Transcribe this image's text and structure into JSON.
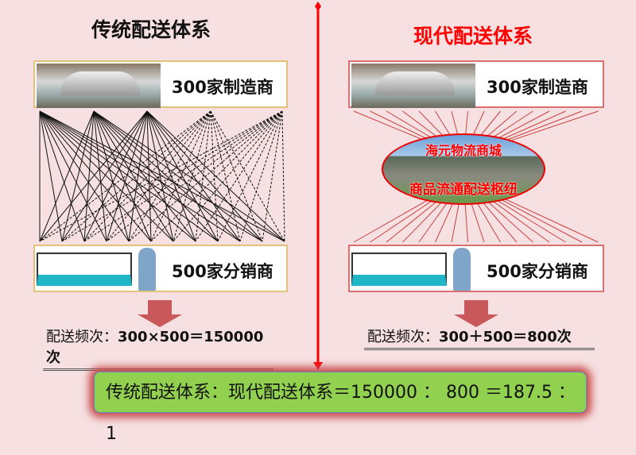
{
  "left": {
    "title": "传统配送体系",
    "manufacturers": "300家制造商",
    "distributors": "500家分销商",
    "frequency_label": "配送频次：",
    "frequency_formula": "300×500＝150000次"
  },
  "right": {
    "title": "现代配送体系",
    "manufacturers": "300家制造商",
    "distributors": "500家分销商",
    "hub_name": "海元物流商城",
    "hub_role": "商品流通配送枢纽",
    "frequency_label": "配送频次：",
    "frequency_formula": "300＋500＝800次"
  },
  "summary": "传统配送体系：现代配送体系＝150000 ： 800 ＝187.5 ：1",
  "colors": {
    "title_right": "#ff0000",
    "divider": "#ff0000",
    "summary_bg": "#92d050",
    "arrow": "#c9585a"
  }
}
